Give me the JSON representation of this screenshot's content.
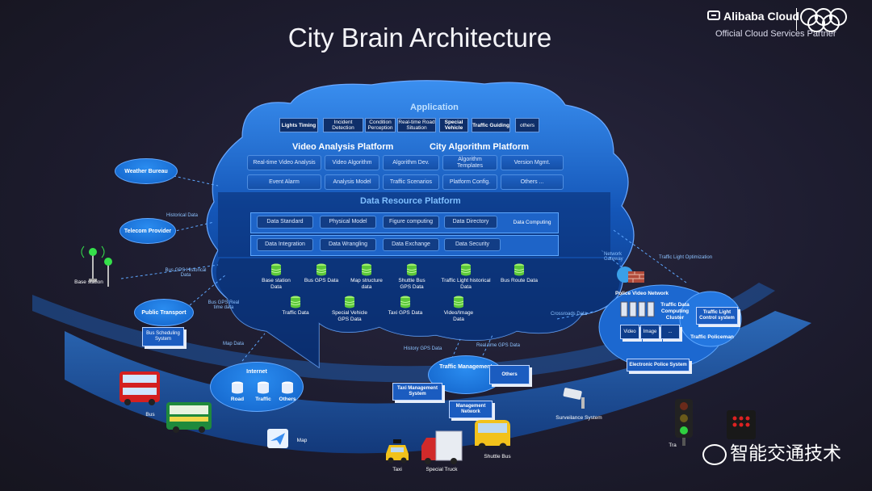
{
  "title": "City Brain Architecture",
  "logo": {
    "name": "Alibaba Cloud",
    "tagline": "Official Cloud Services Partner"
  },
  "application": {
    "header": "Application",
    "items": [
      "Lights Timing",
      "Incident Detection",
      "Condition Perception",
      "Real-time Road Situation",
      "Special Vehicle",
      "Traffic Guiding",
      "others"
    ]
  },
  "video_platform": {
    "header": "Video Analysis Platform",
    "items": [
      "Real-time Video Analysis",
      "Video Algorithm",
      "Event Alarm",
      "Analysis Model"
    ]
  },
  "algorithm_platform": {
    "header": "City Algorithm Platform",
    "items": [
      "Algorithm Dev.",
      "Algorithm Templates",
      "Version Mgmt.",
      "Traffic Scenarios",
      "Platform Config.",
      "Others ..."
    ]
  },
  "data_platform": {
    "header": "Data Resource Platform",
    "row1": [
      "Data Standard",
      "Physical Model",
      "Figure computing",
      "Data Directory",
      "Data Computing"
    ],
    "row2": [
      "Data Integration",
      "Data Wrangling",
      "Data Exchange",
      "Data Security"
    ]
  },
  "data_stores": [
    "Base station Data",
    "Bus GPS Data",
    "Map structure data",
    "Shuttle Bus GPS Data",
    "Traffic Light historical Data",
    "Bus Route Data",
    "Traffic Data",
    "Special Vehicle GPS Data",
    "Taxi GPS Data",
    "Video/Image Data"
  ],
  "sources": {
    "weather": "Weather Bureau",
    "telecom": "Telecom Provider",
    "base_station": "Base station",
    "public_transport": "Public Transport",
    "bus_scheduling": "Bus Scheduling System",
    "internet": "Internet",
    "internet_items": [
      "Road",
      "Traffic",
      "Others"
    ]
  },
  "flows": [
    "Historical Data",
    "Bus GPS Historical Data",
    "Bus GPS Real time data",
    "Map Data",
    "History GPS Data",
    "Real time GPS Data",
    "Crossroads Data",
    "Network Gateway",
    "Traffic Light Optimization"
  ],
  "police": {
    "network": "Police Video Network",
    "cluster": "Traffic Data Computing Cluster",
    "control": "Traffic Light Control system",
    "video": "Video",
    "image": "Image",
    "more": "...",
    "policeman": "Traffic Policeman",
    "electronic": "Electronic Police System"
  },
  "traffic_mgmt": {
    "main": "Traffic Management",
    "others": "Others",
    "taxi": "Taxi Management System",
    "network": "Management Network"
  },
  "ground": {
    "bus": "Bus",
    "map": "Map",
    "taxi": "Taxi",
    "truck": "Special Truck",
    "shuttle": "Shuttle Bus",
    "surveillance": "Surveilance System",
    "traffic_light": "Tra"
  },
  "watermark": "智能交通技术",
  "colors": {
    "brain_dark": "#0c3a86",
    "brain_light": "#2173d6",
    "accent": "#2a8cf0",
    "flow": "#8cc2ff"
  }
}
